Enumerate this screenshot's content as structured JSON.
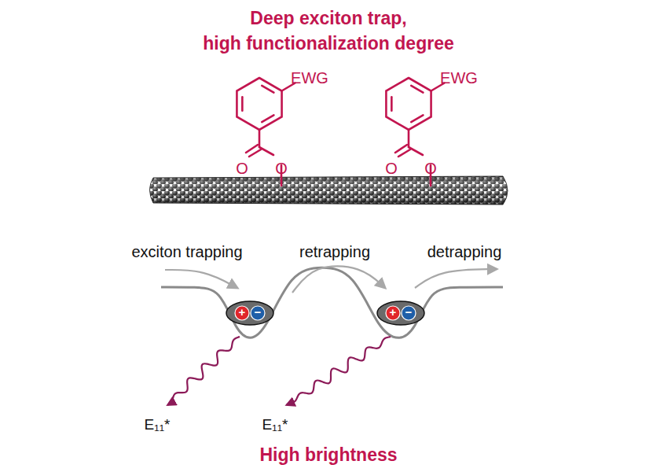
{
  "diagram": {
    "title": "Deep exciton trap, high functionalization degree",
    "caption": "High brightness",
    "labels": [
      "EWG",
      "EWG",
      "O",
      "O",
      "O",
      "O",
      "exciton trapping",
      "retrapping",
      "detrapping",
      "+",
      "−",
      "+",
      "−",
      "E₁₁*",
      "E₁₁*"
    ]
  }
}
